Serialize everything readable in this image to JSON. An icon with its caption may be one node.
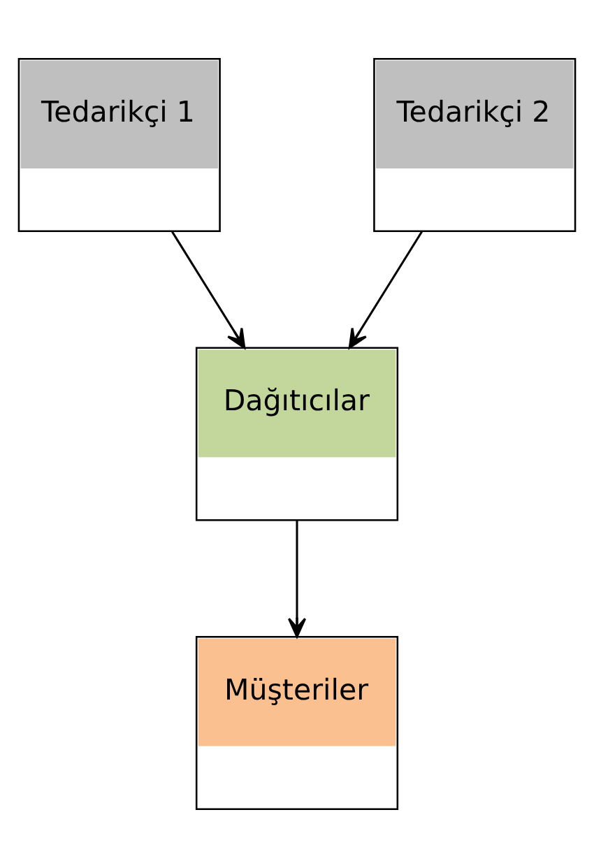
{
  "diagram": {
    "nodes": [
      {
        "text": [
          "Tedarikçi 1"
        ]
      },
      {
        "text": [
          "Tedarikçi 2"
        ]
      },
      {
        "text": [
          "Dağıtıcılar"
        ]
      },
      {
        "text": [
          "Müşteriler"
        ]
      }
    ],
    "edges": [
      {
        "from": 0,
        "to": 2,
        "arrow": "to"
      },
      {
        "from": 1,
        "to": 2,
        "arrow": "to"
      },
      {
        "from": 2,
        "to": 3,
        "arrow": "to"
      }
    ]
  }
}
